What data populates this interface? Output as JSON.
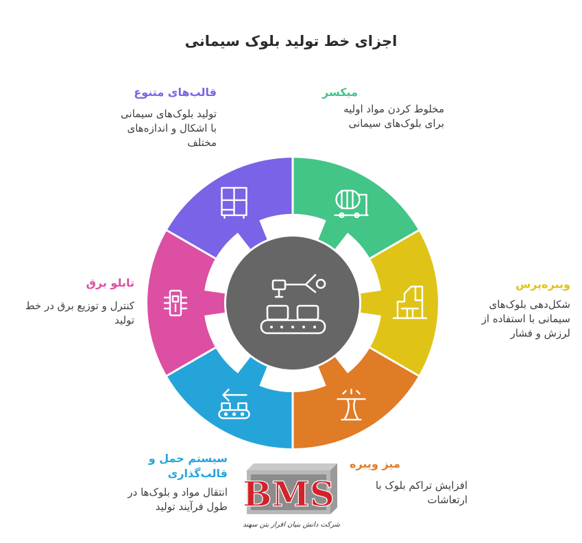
{
  "title": "اجزای خط تولید بلوک سیمانی",
  "segments": [
    {
      "key": "mixer",
      "head": "میکسر",
      "desc": "مخلوط کردن مواد اولیه برای بلوک‌های سیمانی",
      "color": "#42c587",
      "icon": "cement-mixer-icon"
    },
    {
      "key": "vibropress",
      "head": "ویبره‌پرس",
      "desc": "شکل‌دهی بلوک‌های سیمانی با استفاده از لرزش و فشار",
      "color": "#dfc417",
      "icon": "press-machine-icon"
    },
    {
      "key": "vibro_table",
      "head": "میز ویبره",
      "desc": "افزایش تراکم بلوک با ارتعاشات",
      "color": "#e07b26",
      "icon": "vibration-table-icon"
    },
    {
      "key": "conveyor",
      "head": "سیستم حمل و قالب‌گذاری",
      "desc": "انتقال مواد و بلوک‌ها در طول فرآیند تولید",
      "color": "#25a4d9",
      "icon": "conveyor-icon"
    },
    {
      "key": "panel",
      "head": "تابلو برق",
      "desc": "کنترل و توزیع برق در خط تولید",
      "color": "#dd4fa3",
      "icon": "electric-panel-icon"
    },
    {
      "key": "molds",
      "head": "قالب‌های متنوع",
      "desc": "تولید بلوک‌های سیمانی با اشکال و اندازه‌های مختلف",
      "color": "#7a63e6",
      "icon": "mold-icon"
    }
  ],
  "center": {
    "color": "#666666",
    "icon": "production-line-icon"
  },
  "logo": {
    "text": "BMS",
    "caption": "شرکت دانش بنیان افراز بتن سهند"
  }
}
